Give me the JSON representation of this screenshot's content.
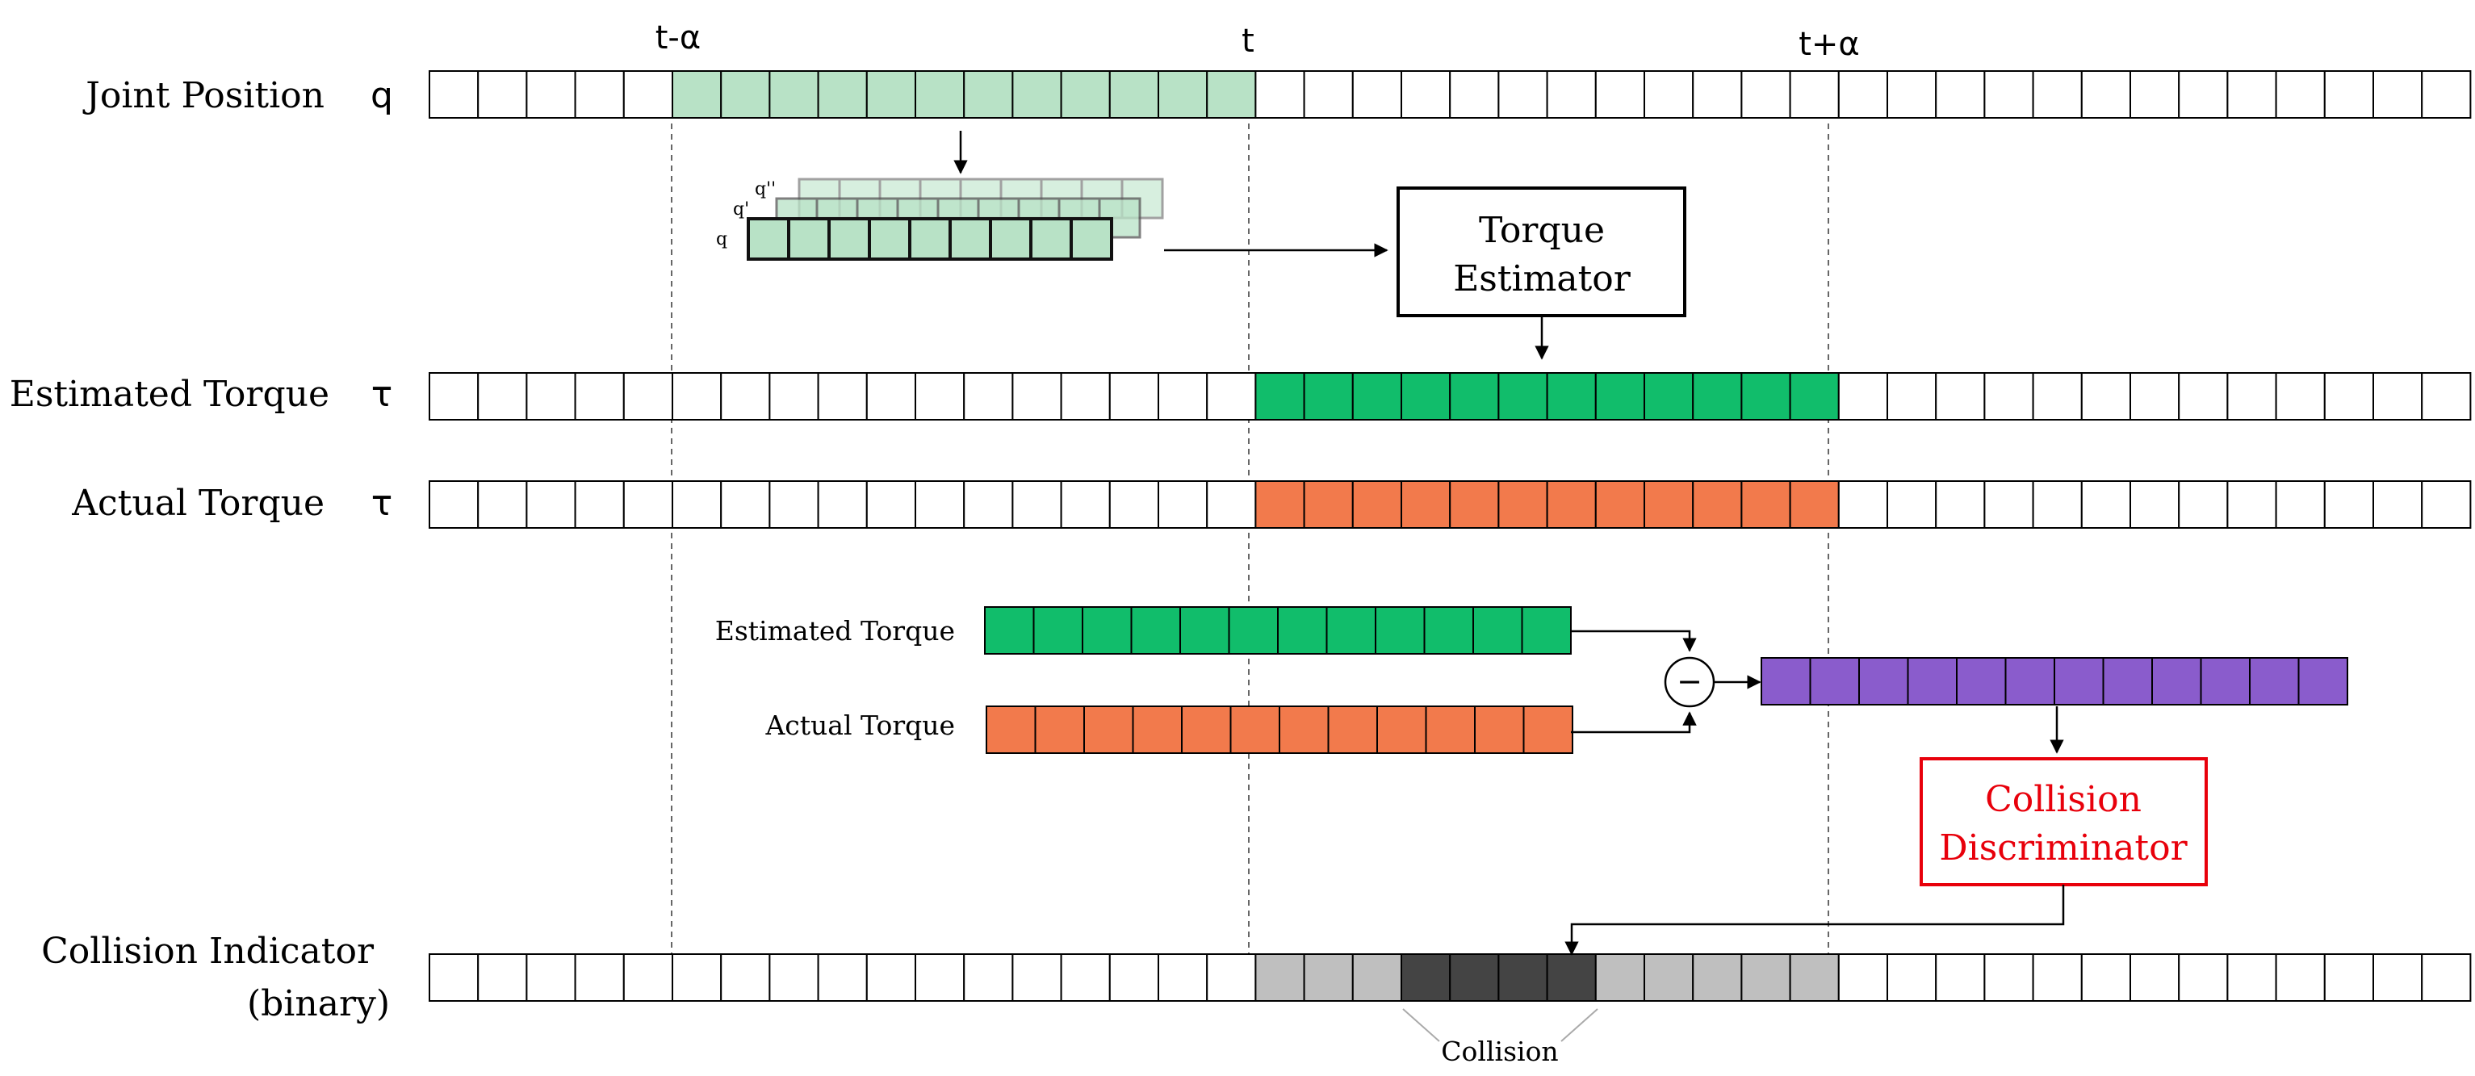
{
  "time_labels": {
    "t_minus": "t-α",
    "t": "t",
    "t_plus": "t+α"
  },
  "rows": {
    "joint_position": {
      "label": "Joint Position",
      "symbol": "q"
    },
    "estimated_torque": {
      "label": "Estimated Torque",
      "symbol": "τ"
    },
    "actual_torque": {
      "label": "Actual Torque",
      "symbol": "τ"
    },
    "collision_indicator": {
      "label_line1": "Collision Indicator",
      "label_line2": "(binary)"
    }
  },
  "stack_labels": {
    "q2": "q''",
    "q1": "q'",
    "q0": "q"
  },
  "boxes": {
    "torque_estimator": {
      "line1": "Torque",
      "line2": "Estimator"
    },
    "collision_discriminator": {
      "line1": "Collision",
      "line2": "Discriminator"
    }
  },
  "compare": {
    "estimated_label": "Estimated Torque",
    "actual_label": "Actual Torque",
    "minus_symbol": "−"
  },
  "collision_label": "Collision",
  "colors": {
    "light_green": "#b8e2c6",
    "green": "#11bd6b",
    "orange": "#f27a4c",
    "purple": "#8a5ccc",
    "light_gray": "#bfbfbf",
    "dark_gray": "#444444",
    "red": "#e8000b"
  }
}
